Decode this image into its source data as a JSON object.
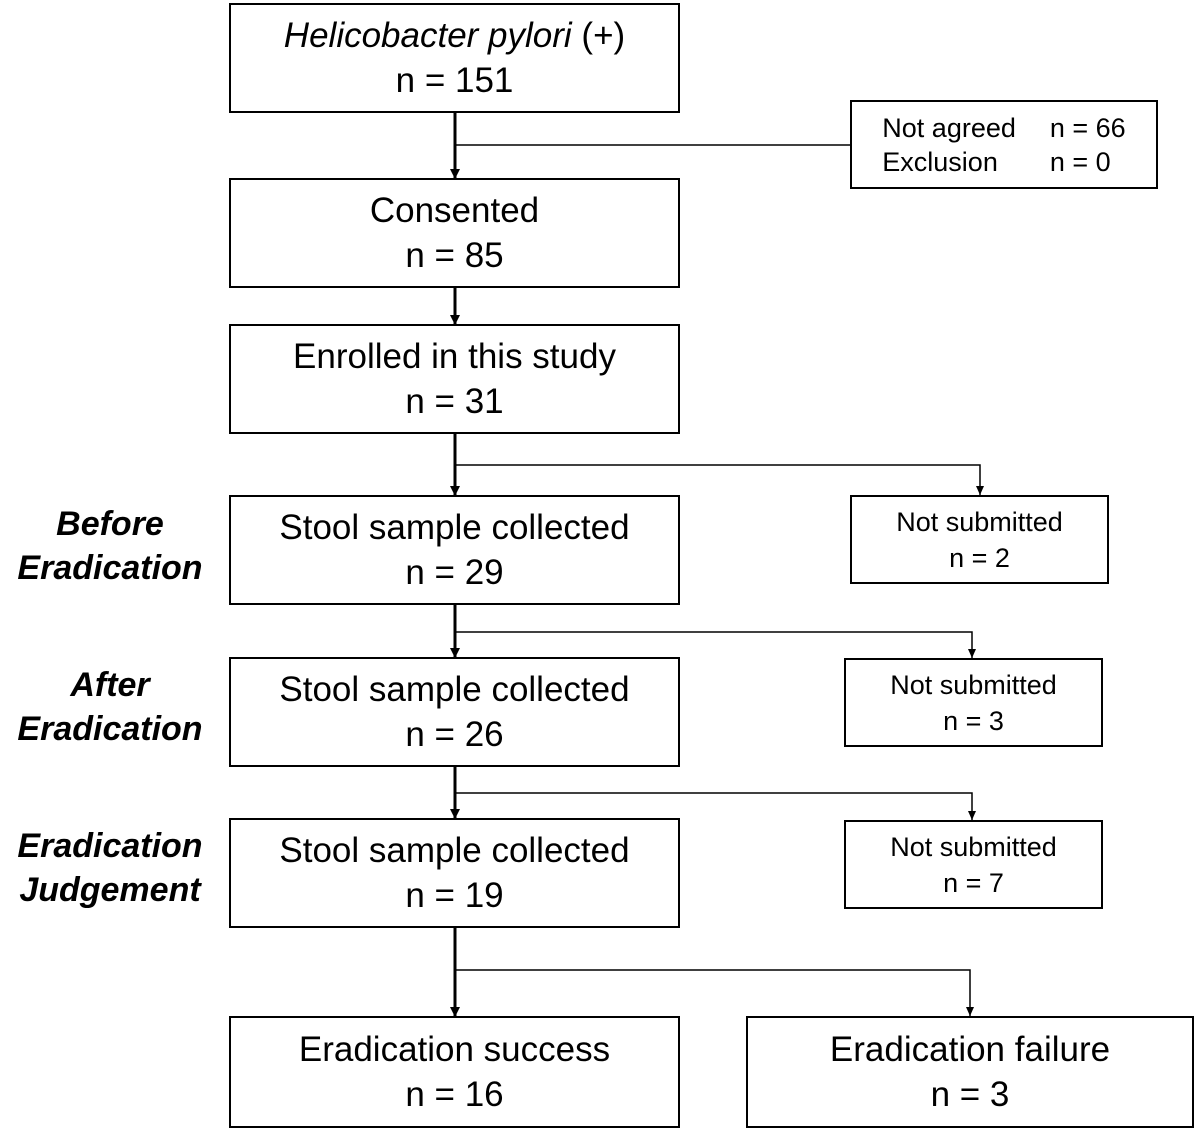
{
  "flow": {
    "start": {
      "title_italic": "Helicobacter pylori",
      "title_suffix": " (+)",
      "count": "n = 151"
    },
    "excluded": {
      "not_agreed_label": "Not agreed",
      "not_agreed_count": "n = 66",
      "exclusion_label": "Exclusion",
      "exclusion_count": "n = 0"
    },
    "consented": {
      "title": "Consented",
      "count": "n = 85"
    },
    "enrolled": {
      "title": "Enrolled in this study",
      "count": "n = 31"
    },
    "before": {
      "stage": [
        "Before",
        "Eradication"
      ],
      "title": "Stool sample collected",
      "count": "n = 29",
      "side_title": "Not submitted",
      "side_count": "n = 2"
    },
    "after": {
      "stage": [
        "After",
        "Eradication"
      ],
      "title": "Stool sample collected",
      "count": "n = 26",
      "side_title": "Not submitted",
      "side_count": "n = 3"
    },
    "judgement": {
      "stage": [
        "Eradication",
        "Judgement"
      ],
      "title": "Stool sample collected",
      "count": "n = 19",
      "side_title": "Not submitted",
      "side_count": "n = 7"
    },
    "success": {
      "title": "Eradication success",
      "count": "n = 16"
    },
    "failure": {
      "title": "Eradication failure",
      "count": "n = 3"
    }
  }
}
